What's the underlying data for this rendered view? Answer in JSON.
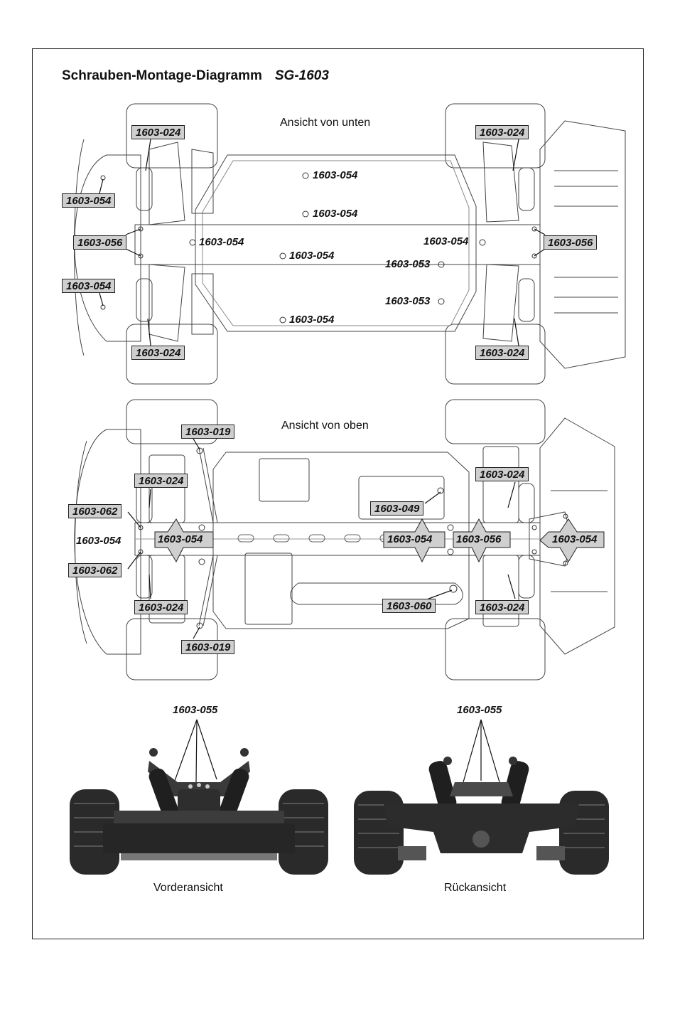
{
  "title": {
    "text": "Schrauben-Montage-Diagramm",
    "model": "SG-1603"
  },
  "views": {
    "bottom": "Ansicht von unten",
    "top": "Ansicht von oben",
    "front": "Vorderansicht",
    "rear": "Rückansicht"
  },
  "labels": {
    "b_fl_024": "1603-024",
    "b_fr_024": "1603-024",
    "b_l_054_a": "1603-054",
    "b_l_056": "1603-056",
    "b_l_054_b": "1603-054",
    "b_rl_024": "1603-024",
    "b_rr_024": "1603-024",
    "b_r_056": "1603-056",
    "b_c_054_1": "1603-054",
    "b_c_054_2": "1603-054",
    "b_c_054_3": "1603-054",
    "b_c_054_4": "1603-054",
    "b_c_054_5": "1603-054",
    "b_c_054_6": "1603-054",
    "b_c_053_1": "1603-053",
    "b_c_053_2": "1603-053",
    "t_019_top": "1603-019",
    "t_019_bot": "1603-019",
    "t_024_l1": "1603-024",
    "t_024_l2": "1603-024",
    "t_024_r1": "1603-024",
    "t_024_r2": "1603-024",
    "t_062_a": "1603-062",
    "t_062_b": "1603-062",
    "t_054_plain": "1603-054",
    "t_054_l": "1603-054",
    "t_049": "1603-049",
    "t_054_m": "1603-054",
    "t_056": "1603-056",
    "t_054_r": "1603-054",
    "t_060": "1603-060",
    "p_front_055": "1603-055",
    "p_rear_055": "1603-055"
  }
}
